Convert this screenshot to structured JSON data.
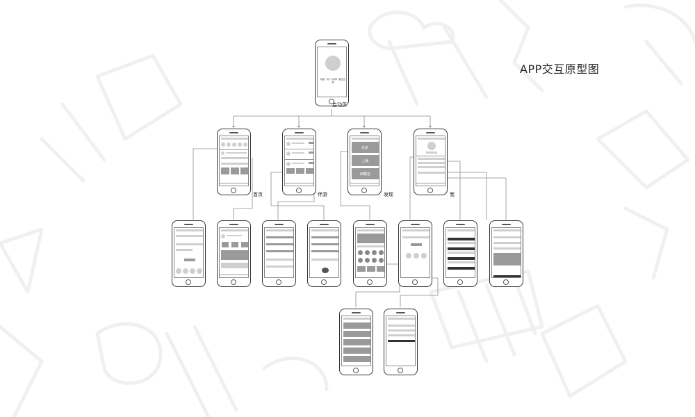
{
  "title": "APP交互原型图",
  "labels": {
    "launch": "启动页",
    "home": "首页",
    "companion": "伴游",
    "discover": "发现",
    "me": "我"
  },
  "screens": {
    "launch_text": "欢迎！找个小伙伴一起出去浪",
    "discover_city_1": "北京",
    "discover_city_2": "上海",
    "discover_city_3": "西藏自"
  },
  "colors": {
    "line": "#888888",
    "phone": "#333333",
    "placeholder": "#cfcfcf",
    "background_art": "#f1f1f1"
  }
}
